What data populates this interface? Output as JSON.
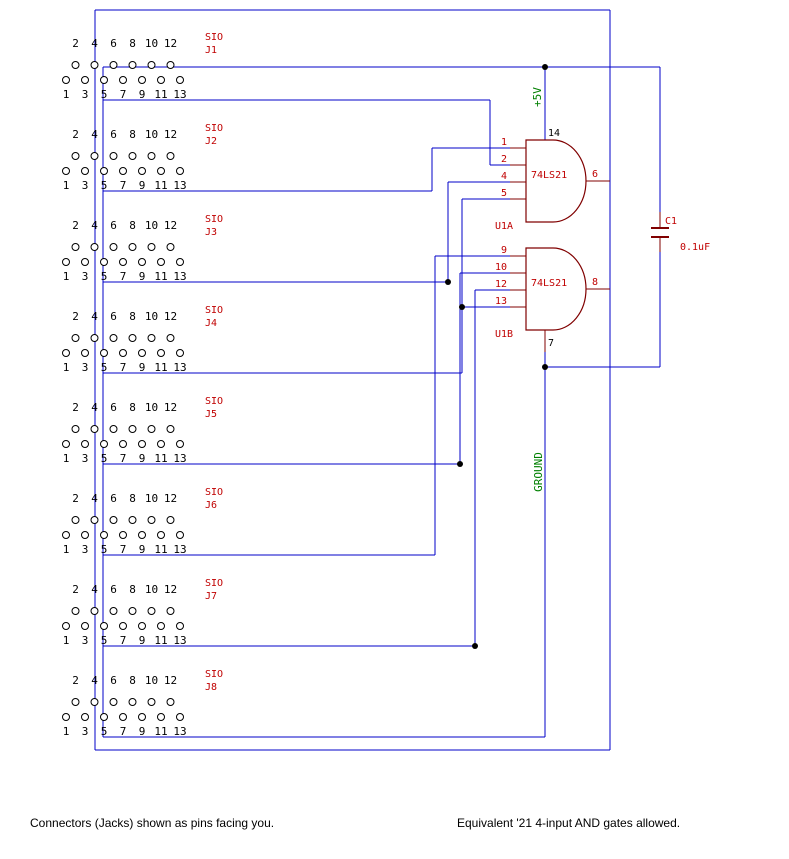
{
  "colors": {
    "wire": "#0000C8",
    "label": "#C00000",
    "component": "#800000",
    "power": "#008000",
    "text": "#000000",
    "junction": "#000000",
    "background": "#FFFFFF"
  },
  "connectors": [
    {
      "id": "J1",
      "type_label": "SIO",
      "top_pins": [
        "2",
        "4",
        "6",
        "8",
        "10",
        "12"
      ],
      "bottom_pins": [
        "1",
        "3",
        "5",
        "7",
        "9",
        "11",
        "13"
      ]
    },
    {
      "id": "J2",
      "type_label": "SIO",
      "top_pins": [
        "2",
        "4",
        "6",
        "8",
        "10",
        "12"
      ],
      "bottom_pins": [
        "1",
        "3",
        "5",
        "7",
        "9",
        "11",
        "13"
      ]
    },
    {
      "id": "J3",
      "type_label": "SIO",
      "top_pins": [
        "2",
        "4",
        "6",
        "8",
        "10",
        "12"
      ],
      "bottom_pins": [
        "1",
        "3",
        "5",
        "7",
        "9",
        "11",
        "13"
      ]
    },
    {
      "id": "J4",
      "type_label": "SIO",
      "top_pins": [
        "2",
        "4",
        "6",
        "8",
        "10",
        "12"
      ],
      "bottom_pins": [
        "1",
        "3",
        "5",
        "7",
        "9",
        "11",
        "13"
      ]
    },
    {
      "id": "J5",
      "type_label": "SIO",
      "top_pins": [
        "2",
        "4",
        "6",
        "8",
        "10",
        "12"
      ],
      "bottom_pins": [
        "1",
        "3",
        "5",
        "7",
        "9",
        "11",
        "13"
      ]
    },
    {
      "id": "J6",
      "type_label": "SIO",
      "top_pins": [
        "2",
        "4",
        "6",
        "8",
        "10",
        "12"
      ],
      "bottom_pins": [
        "1",
        "3",
        "5",
        "7",
        "9",
        "11",
        "13"
      ]
    },
    {
      "id": "J7",
      "type_label": "SIO",
      "top_pins": [
        "2",
        "4",
        "6",
        "8",
        "10",
        "12"
      ],
      "bottom_pins": [
        "1",
        "3",
        "5",
        "7",
        "9",
        "11",
        "13"
      ]
    },
    {
      "id": "J8",
      "type_label": "SIO",
      "top_pins": [
        "2",
        "4",
        "6",
        "8",
        "10",
        "12"
      ],
      "bottom_pins": [
        "1",
        "3",
        "5",
        "7",
        "9",
        "11",
        "13"
      ]
    }
  ],
  "gates": [
    {
      "ref": "U1A",
      "part": "74LS21",
      "inputs": [
        "1",
        "2",
        "4",
        "5"
      ],
      "output": "6",
      "power_pin": "14"
    },
    {
      "ref": "U1B",
      "part": "74LS21",
      "inputs": [
        "9",
        "10",
        "12",
        "13"
      ],
      "output": "8",
      "ground_pin": "7"
    }
  ],
  "capacitor": {
    "ref": "C1",
    "value": "0.1uF"
  },
  "power": {
    "vcc": "+5V",
    "ground": "GROUND"
  },
  "captions": {
    "left": "Connectors (Jacks) shown as pins facing you.",
    "right": "Equivalent '21 4-input AND gates allowed."
  }
}
